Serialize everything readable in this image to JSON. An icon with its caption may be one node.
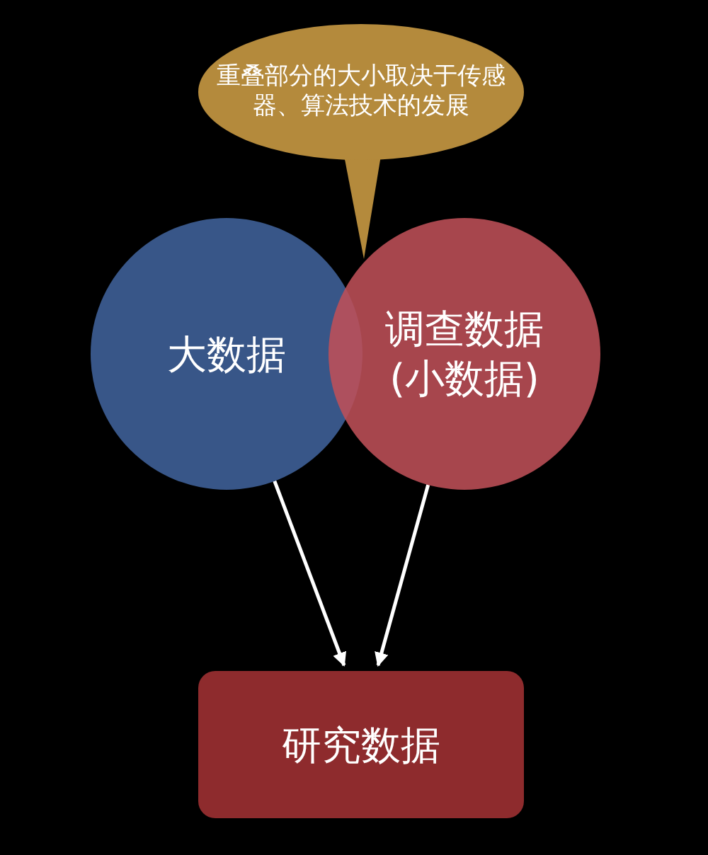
{
  "diagram": {
    "nodes": [
      {
        "text": [
          "重叠部分的大小取决于传感器、算法技术的发展"
        ]
      },
      {
        "text": [
          "大数据"
        ]
      },
      {
        "text": [
          "调查数据(小数据)"
        ]
      },
      {
        "text": [
          "研究数据"
        ]
      }
    ],
    "edges": [
      {
        "from": 1,
        "to": 3,
        "arrow": "to"
      },
      {
        "from": 2,
        "to": 3,
        "arrow": "to"
      }
    ]
  }
}
